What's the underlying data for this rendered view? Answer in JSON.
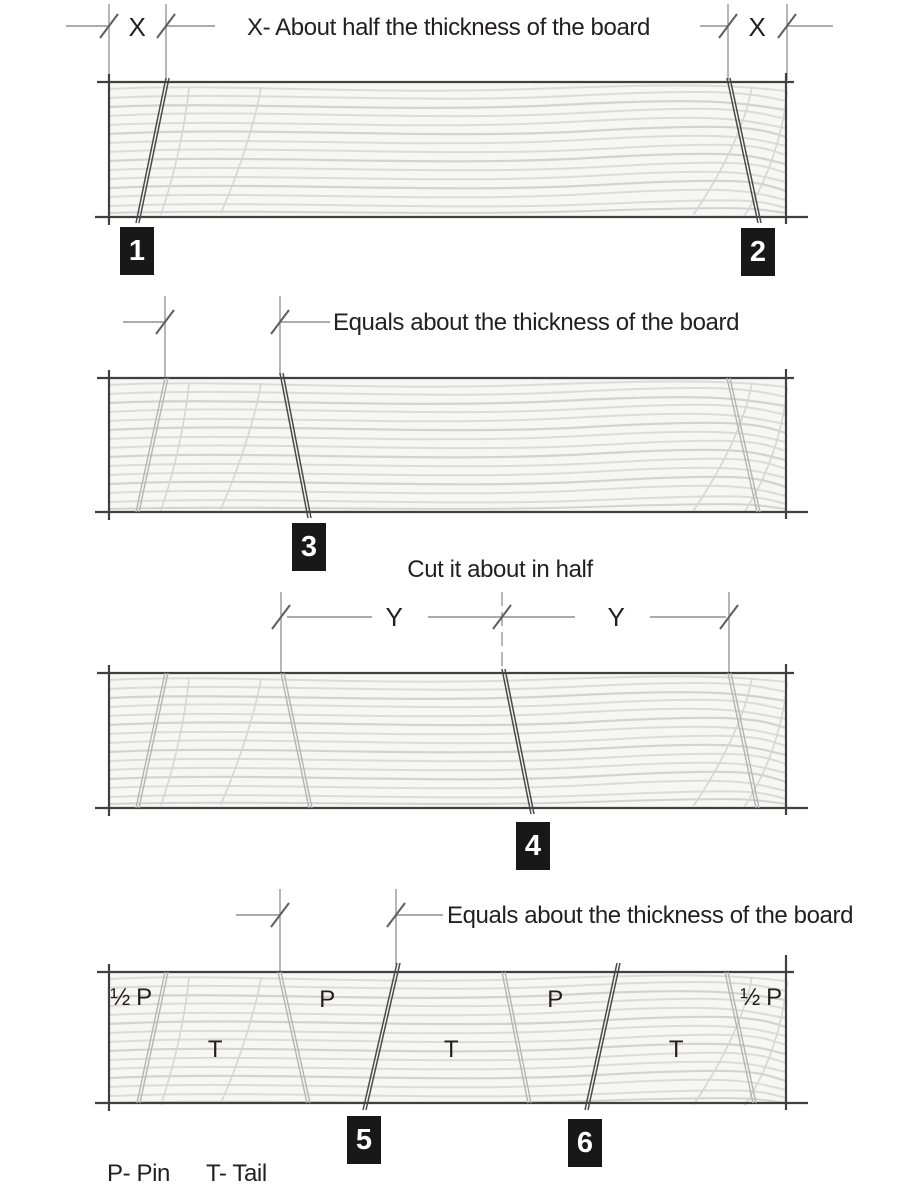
{
  "colors": {
    "ink": "#231f20",
    "board_fill": "#f6f6f4",
    "board_outline": "#404040",
    "layout_line_dark": "#4a4a4a",
    "layout_line_faded": "#b4b4b4",
    "dimension_line": "#8f8f8f",
    "tick_mark": "#5f5f5f",
    "wood_grain": "#dbdbdb",
    "badge_bg": "#181818",
    "badge_text": "#ffffff"
  },
  "captions": {
    "half_thickness": "X- About half the thickness of the board",
    "thickness_step3": "Equals about the thickness of the board",
    "cut_in_half": "Cut it about in half",
    "thickness_step56": "Equals about the thickness of the board"
  },
  "dimension_labels": {
    "x_left": "X",
    "x_right": "X",
    "y_left": "Y",
    "y_right": "Y"
  },
  "step_numbers": [
    "1",
    "2",
    "3",
    "4",
    "5",
    "6"
  ],
  "board_region_labels": [
    "½ P",
    "T",
    "P",
    "T",
    "P",
    "T",
    "½ P"
  ],
  "legend": {
    "pin": "P- Pin",
    "tail": "T- Tail"
  }
}
